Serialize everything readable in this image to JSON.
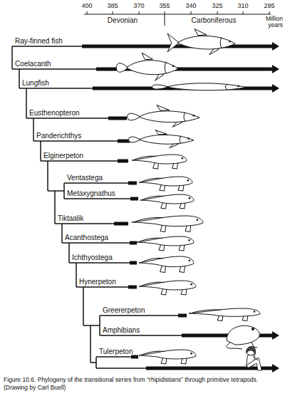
{
  "diagram": {
    "caption": "Figure 10.6. Phylogeny of the transitional series from “rhipidistians” through primitive tetrapods. (Drawing by Carl Buell)",
    "labels": [
      "400",
      "385",
      "370",
      "355",
      "340",
      "325",
      "310",
      "295",
      "Million years",
      "Devonian",
      "Carboniferous",
      "Ray-finned fish",
      "Coelacanth",
      "Lungfish",
      "Eusthenopteron",
      "Panderichthys",
      "Elginerpeton",
      "Ventastega",
      "Metaxygnathus",
      "Tiktaalik",
      "Acanthostega",
      "Ichthyostega",
      "Hynerpeton",
      "Greererpeton",
      "Amphibians",
      "Tulerpeton"
    ]
  }
}
